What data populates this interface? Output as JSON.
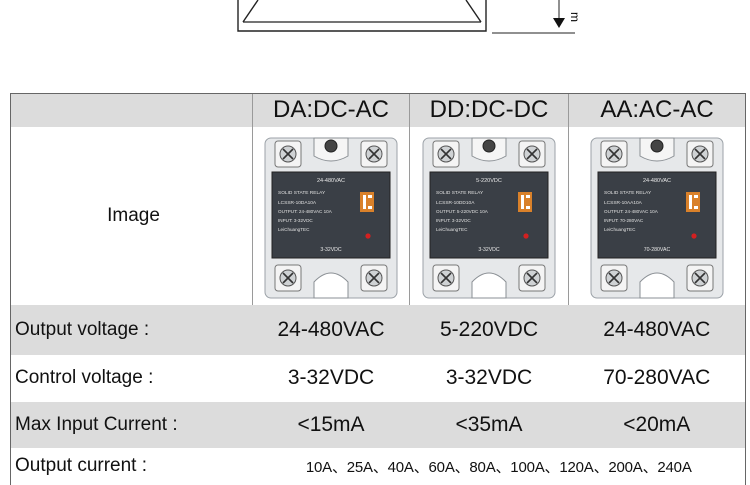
{
  "drawing": {
    "dimension_label": "m"
  },
  "headers": [
    "DA:DC-AC",
    "DD:DC-DC",
    "AA:AC-AC"
  ],
  "rows": {
    "image_label": "Image",
    "output_voltage": {
      "label": "Output voltage :",
      "values": [
        "24-480VAC",
        "5-220VDC",
        "24-480VAC"
      ]
    },
    "control_voltage": {
      "label": "Control voltage :",
      "values": [
        "3-32VDC",
        "3-32VDC",
        "70-280VAC"
      ]
    },
    "max_input_current": {
      "label": "Max Input Current :",
      "values": [
        "<15mA",
        "<35mA",
        "<20mA"
      ]
    },
    "output_current": {
      "label": "Output current :",
      "value": "10A、25A、40A、60A、80A、100A、120A、200A、240A"
    }
  },
  "relays": [
    {
      "top_label": "24-480VAC",
      "title": "SOLID STATE RELAY",
      "model": "LCSSR-10DA10A",
      "output": "OUTPUT: 24-480VAC 10A",
      "input": "INPUT: 3-32VDC",
      "brand": "LeiChuangTEC",
      "bottom_label": "3-32VDC"
    },
    {
      "top_label": "5-220VDC",
      "title": "SOLID STATE RELAY",
      "model": "LCSSR-10DD10A",
      "output": "OUTPUT: 5-220VDC 10A",
      "input": "INPUT: 3-32VDC",
      "brand": "LeiChuangTEC",
      "bottom_label": "3-32VDC"
    },
    {
      "top_label": "24-480VAC",
      "title": "SOLID STATE RELAY",
      "model": "LCSSR-10AA10A",
      "output": "OUTPUT: 24-480VAC 10A",
      "input": "INPUT: 70-280VAC",
      "brand": "LeiChuangTEC",
      "bottom_label": "70-280VAC"
    }
  ],
  "colors": {
    "row_gray": "#dcdcdc",
    "relay_body": "#3a3f46",
    "relay_case": "#e6e8ea",
    "logo_orange": "#d9812a",
    "led_red": "#d32020"
  }
}
